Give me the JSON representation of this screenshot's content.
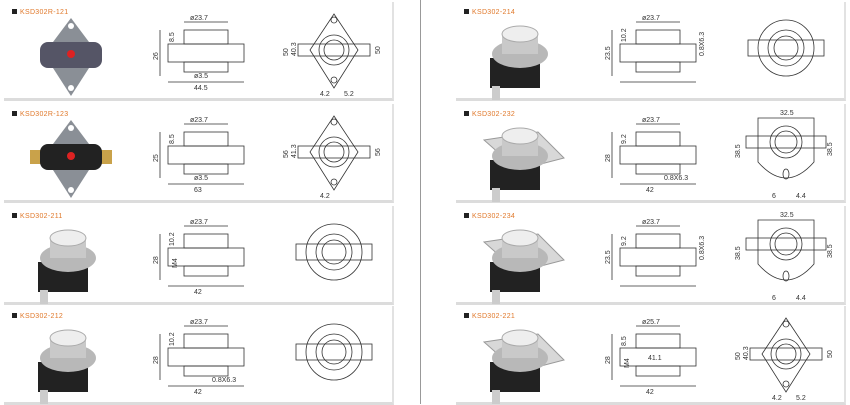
{
  "accent_color": "#e0782a",
  "products": [
    {
      "model": "KSD302R-121",
      "style": "diamond-black",
      "side": {
        "dia": "ø23.7",
        "h1": "8.5",
        "h2": "26",
        "hole": "ø3.5",
        "width": "44.5"
      },
      "top": {
        "h": "50",
        "h2": "40.3",
        "a": "4.2",
        "b": "5.2"
      }
    },
    {
      "model": "KSD302R-123",
      "style": "diamond-brass",
      "side": {
        "dia": "ø23.7",
        "h1": "8.5",
        "h2": "25",
        "hole": "ø3.5",
        "width": "63"
      },
      "top": {
        "h": "56",
        "h2": "41.3",
        "a": "4.2"
      }
    },
    {
      "model": "KSD302-211",
      "style": "round",
      "side": {
        "dia": "ø23.7",
        "h1": "10.2",
        "h2": "28",
        "m": "M4",
        "width": "42"
      },
      "top": {}
    },
    {
      "model": "KSD302-212",
      "style": "round",
      "side": {
        "dia": "ø23.7",
        "h1": "10.2",
        "h2": "28",
        "term": "0.8X6.3",
        "width": "42"
      },
      "top": {}
    },
    {
      "model": "KSD302-214",
      "style": "round",
      "side": {
        "dia": "ø23.7",
        "h1": "10.2",
        "h2": "23.5",
        "vterm": "0.8X6.3"
      },
      "top": {}
    },
    {
      "model": "KSD302-232",
      "style": "bracket",
      "side": {
        "dia": "ø23.7",
        "h1": "9.2",
        "h2": "28",
        "term": "0.8X6.3",
        "width": "42"
      },
      "top": {
        "w": "32.5",
        "h": "38.5",
        "a": "6",
        "b": "4.4"
      }
    },
    {
      "model": "KSD302-234",
      "style": "bracket",
      "side": {
        "dia": "ø23.7",
        "h1": "9.2",
        "h2": "23.5",
        "vterm": "0.8X6.3"
      },
      "top": {
        "w": "32.5",
        "h": "38.5",
        "a": "6",
        "b": "4.4"
      }
    },
    {
      "model": "KSD302-221",
      "style": "bracket",
      "side": {
        "dia": "ø25.7",
        "h1": "8.5",
        "h2": "28",
        "m": "M4",
        "inner": "41.1",
        "width": "42"
      },
      "top": {
        "a": "4.2",
        "b": "5.2",
        "h": "50",
        "h2": "40.3"
      }
    }
  ]
}
